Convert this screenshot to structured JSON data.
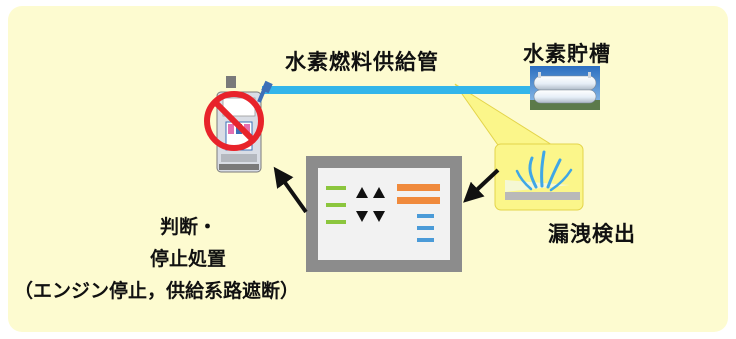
{
  "labels": {
    "pipe": "水素燃料供給管",
    "tank": "水素貯槽",
    "leak": "漏洩検出",
    "judge": "判断・",
    "stop": "停止処置",
    "stop_detail": "（エンジン停止，供給系路遮断）"
  },
  "icons": {
    "dispenser": "fuel-dispenser-icon",
    "prohibit": "prohibition-sign-icon",
    "tank": "hydrogen-tank-icon",
    "leak": "gas-leak-icon",
    "controller": "control-panel-icon"
  },
  "colors": {
    "background": "#fdfbd0",
    "pipe": "#33b5ea",
    "prohibit": "#e8232a",
    "callout": "#fbf68a",
    "controller": "#8c8c8c",
    "indicator_green": "#8cc63e",
    "indicator_orange": "#f08a3c",
    "indicator_blue": "#4b9bd8"
  }
}
